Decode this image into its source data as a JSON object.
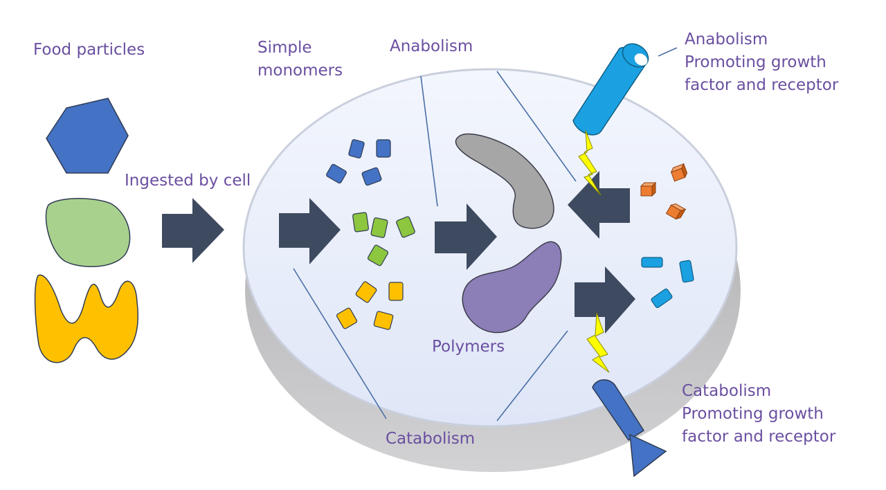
{
  "labels": {
    "food_particles": "Food particles",
    "ingested": "Ingested by cell",
    "simple_monomers_line1": "Simple",
    "simple_monomers_line2": "monomers",
    "anabolism": "Anabolism",
    "polymers": "Polymers",
    "catabolism": "Catabolism",
    "anabolism_receptor_line1": "Anabolism",
    "anabolism_receptor_line2": "Promoting growth",
    "anabolism_receptor_line3": "factor and receptor",
    "catabolism_receptor_line1": "Catabolism",
    "catabolism_receptor_line2": "Promoting growth",
    "catabolism_receptor_line3": "factor and receptor"
  },
  "colors": {
    "label_text": "#6a4fa0",
    "cell_fill": "#e6ecfa",
    "cell_shadow": "#b9b9bb",
    "arrow": "#3e4a5f",
    "food_hexagon": "#4472c4",
    "food_blob": "#a9d18e",
    "food_wave": "#ffc000",
    "monomer_blue": "#4472c4",
    "monomer_green": "#8dc63f",
    "monomer_yellow": "#ffc000",
    "polymer_gray": "#a6a6a6",
    "polymer_purple": "#8c7fb8",
    "anabolic_receptor": "#1ba1e2",
    "catabolic_receptor": "#4472c4",
    "lightning": "#ffff00",
    "small_cube": "#ed7d31",
    "small_tube": "#1ba1e2"
  }
}
